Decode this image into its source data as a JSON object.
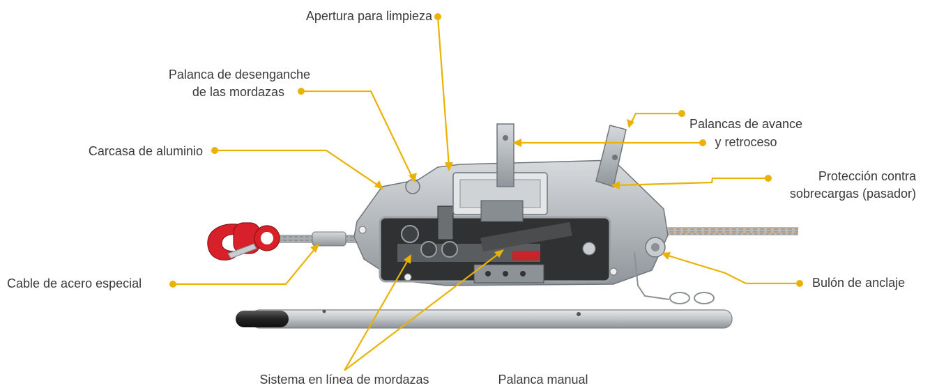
{
  "colors": {
    "leader": "#e9b205",
    "text": "#3a3a3a",
    "hook": "#d8202a",
    "body": "#b8bcc0",
    "handle": "#2b2b2b"
  },
  "labels": {
    "apertura": "Apertura para limpieza",
    "palanca_desenganche_1": "Palanca de desenganche",
    "palanca_desenganche_2": "de las mordazas",
    "carcasa": "Carcasa de aluminio",
    "palancas_avance_1": "Palancas de avance",
    "palancas_avance_2": "y retroceso",
    "proteccion_1": "Protección contra",
    "proteccion_2": "sobrecargas (pasador)",
    "cable": "Cable de acero especial",
    "bulon": "Bulón de anclaje",
    "sistema": "Sistema en línea de mordazas",
    "palanca_manual": "Palanca manual"
  }
}
